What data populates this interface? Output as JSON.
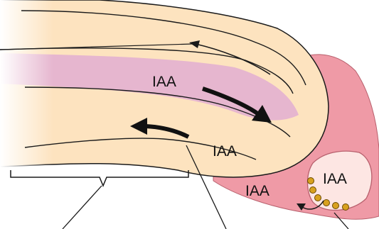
{
  "diagram": {
    "labels": {
      "vascular_upper": "IAA",
      "lateral": "IAA",
      "cap": "IAA",
      "columella": "IAA"
    },
    "colors": {
      "background": "#ffffff",
      "root_tissue": "#fde3bf",
      "stele": "#e6b6cf",
      "root_cap": "#ef9aa6",
      "columella": "#fde6e3",
      "statoliths": "#d8a11f",
      "lines": "#1a1a1a"
    }
  }
}
